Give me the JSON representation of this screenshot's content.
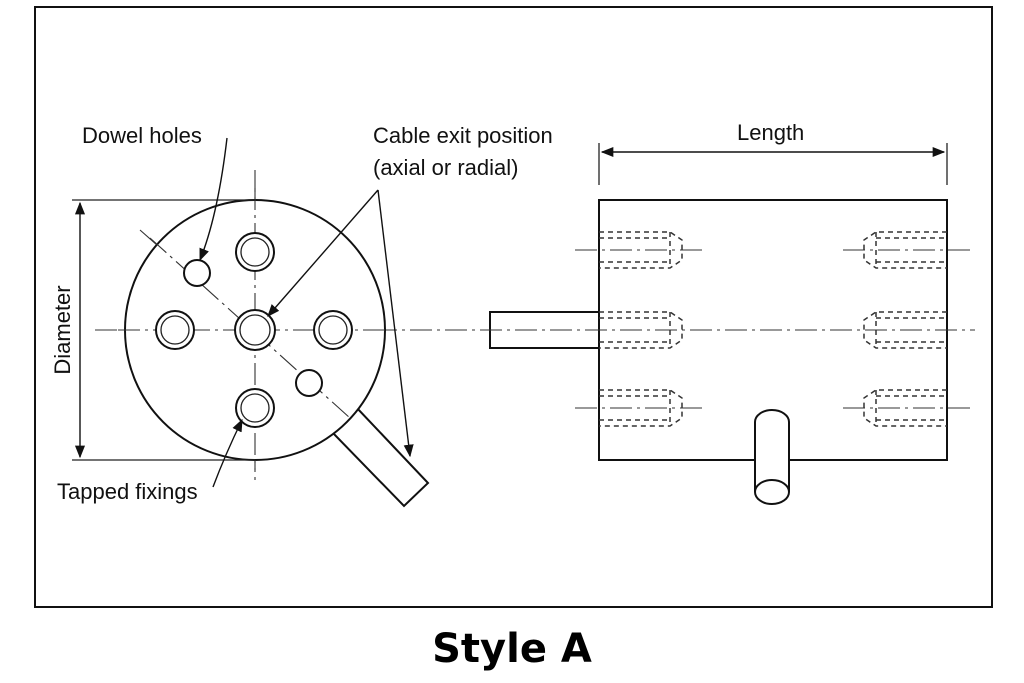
{
  "labels": {
    "dowel_holes": "Dowel holes",
    "cable_exit_line1": "Cable exit position",
    "cable_exit_line2": "(axial or radial)",
    "length": "Length",
    "diameter": "Diameter",
    "tapped_fixings": "Tapped fixings"
  },
  "caption": "Style A"
}
